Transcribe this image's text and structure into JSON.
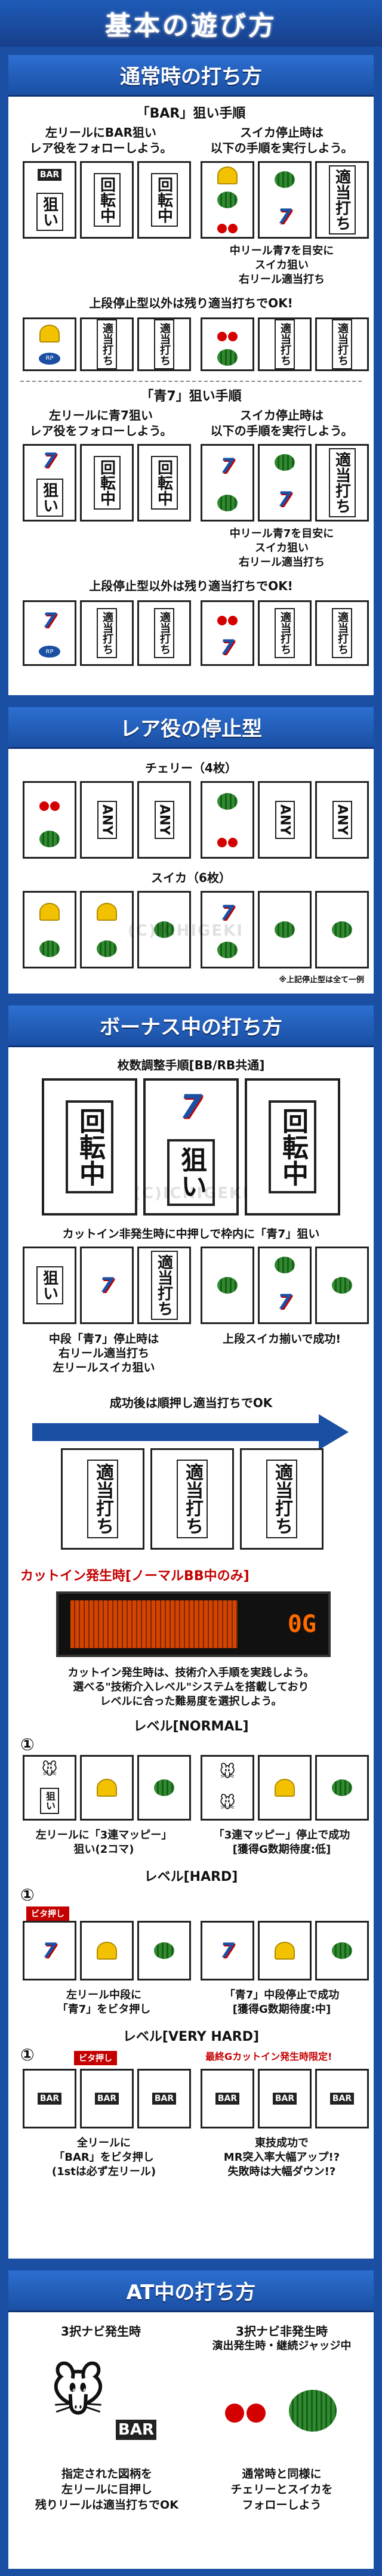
{
  "page_title": "基本の遊び方",
  "s1": {
    "title": "通常時の打ち方",
    "bar_title": "「BAR」狙い手順",
    "left_note_1": "左リールにBAR狙い",
    "left_note_2": "レア役をフォローしよう。",
    "right_note_1": "スイカ停止時は",
    "right_note_2": "以下の手順を実行しよう。",
    "reel_label_aim": "狙い",
    "reel_label_spin": "回転中",
    "reel_label_free": "適当打ち",
    "bar_symbol": "BAR",
    "melon_note_1": "中リール青7を目安に",
    "melon_note_2": "スイカ狙い",
    "melon_note_3": "右リール適当打ち",
    "upper_stop": "上段停止型以外は残り適当打ちでOK!",
    "seven_title": "「青7」狙い手順",
    "seven_left_1": "左リールに青7狙い",
    "seven_left_2": "レア役をフォローしよう。",
    "seven_symbol": "7"
  },
  "s2": {
    "title": "レア役の停止型",
    "cherry_label": "チェリー（4枚）",
    "any_label": "ANY",
    "melon_label": "スイカ（6枚）",
    "note": "※上記停止型は全て一例"
  },
  "s3": {
    "title": "ボーナス中の打ち方",
    "adjust_title": "枚数調整手順[BB/RB共通]",
    "cutin_none": "カットイン非発生時に中押しで枠内に「青7」狙い",
    "cutin_none_a1": "中段「青7」停止時は",
    "cutin_none_a2": "右リール適当打ち",
    "cutin_none_a3": "左リールスイカ狙い",
    "cutin_none_b": "上段スイカ揃いで成功!",
    "success_note": "成功後は順押し適当打ちでOK",
    "cutin_title": "カットイン発生時[ノーマルBB中のみ]",
    "lcd_text": "0G",
    "cutin_desc_1": "カットイン発生時は、技術介入手順を実践しよう。",
    "cutin_desc_2": "選べる\"技術介入レベル\"システムを搭載しており",
    "cutin_desc_3": "レベルに合った難易度を選択しよう。",
    "level_normal": "レベル[NORMAL]",
    "normal_a1": "左リールに「3連マッピー」",
    "normal_a2": "狙い(2コマ)",
    "normal_b1": "「3連マッピー」停止で成功",
    "normal_b2": "[獲得G数期待度:低]",
    "level_hard": "レベル[HARD]",
    "hard_tag": "ビタ押し",
    "hard_a1": "左リール中段に",
    "hard_a2": "「青7」をビタ押し",
    "hard_b1": "「青7」中段停止で成功",
    "hard_b2": "[獲得G数期待度:中]",
    "level_vhard": "レベル[VERY HARD]",
    "vhard_tag": "最終Gカットイン発生時限定!",
    "vhard_a1": "全リールに",
    "vhard_a2": "「BAR」をビタ押し",
    "vhard_a3": "(1stは必ず左リール)",
    "vhard_b1": "東技成功で",
    "vhard_b2": "MR突入率大幅アップ!?",
    "vhard_b3": "失敗時は大幅ダウン!?",
    "step": "①",
    "watermark": "(C)ICHIGEKI"
  },
  "s4": {
    "title": "AT中の打ち方",
    "navi_on": "3択ナビ発生時",
    "navi_off_1": "3択ナビ非発生時",
    "navi_off_2": "演出発生時・継続ジャッジ中",
    "on_desc_1": "指定された図柄を",
    "on_desc_2": "左リールに目押し",
    "on_desc_3": "残りリールは適当打ちでOK",
    "off_desc_1": "通常時と同様に",
    "off_desc_2": "チェリーとスイカを",
    "off_desc_3": "フォローしよう"
  },
  "colors": {
    "primary": "#1a4fa3",
    "accent": "#c40000",
    "lcd": "#ff6a00"
  }
}
